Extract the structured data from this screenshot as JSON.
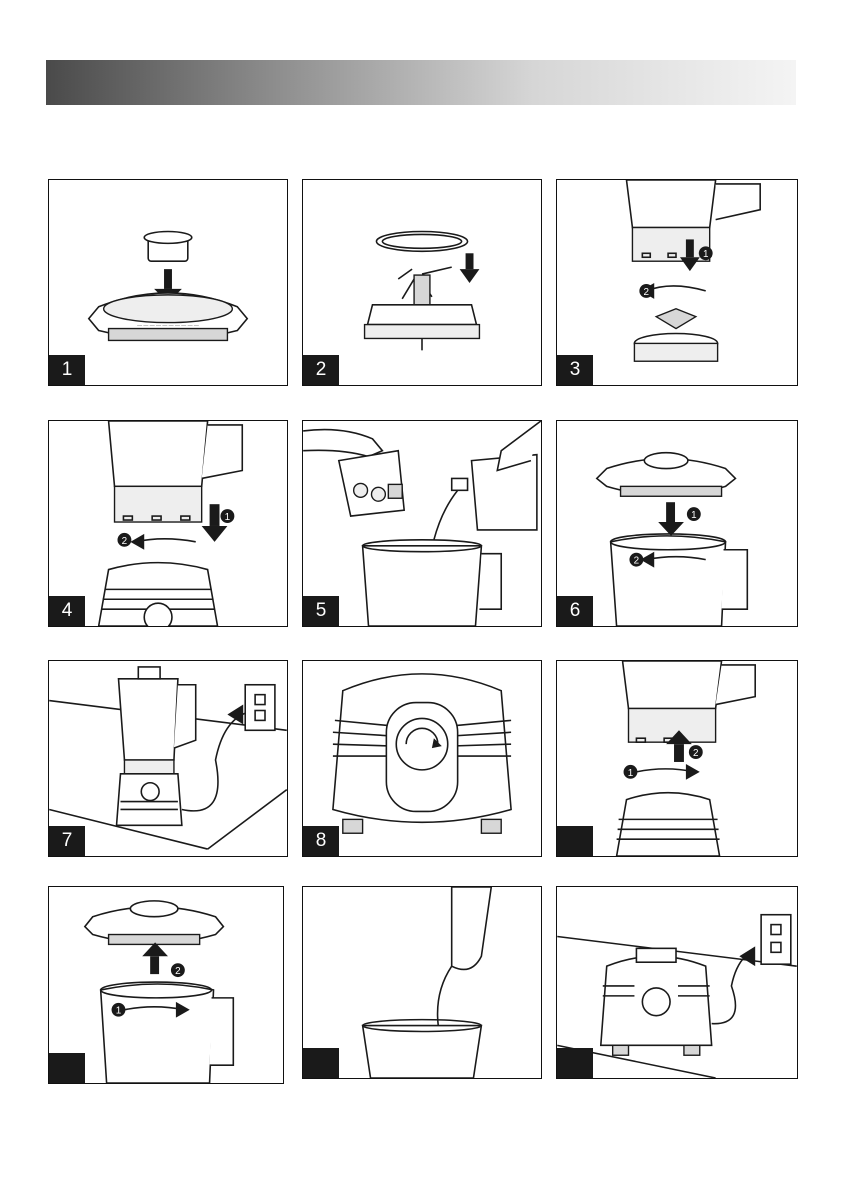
{
  "header": {
    "color_dark": "#4a4a4a",
    "color_light": "#f4f4f4"
  },
  "steps": [
    {
      "label": "1",
      "icon": "lid-and-cap-icon"
    },
    {
      "label": "2",
      "icon": "blade-and-seal-icon"
    },
    {
      "label": "3",
      "icon": "jar-onto-blade-icon"
    },
    {
      "label": "4",
      "icon": "jar-onto-base-icon"
    },
    {
      "label": "5",
      "icon": "pour-ingredients-icon"
    },
    {
      "label": "6",
      "icon": "lid-onto-jar-icon"
    },
    {
      "label": "7",
      "icon": "plug-in-icon"
    },
    {
      "label": "8",
      "icon": "speed-dial-icon"
    },
    {
      "label": "",
      "icon": "remove-jar-icon"
    },
    {
      "label": "",
      "icon": "remove-lid-icon"
    },
    {
      "label": "",
      "icon": "pour-drink-icon"
    },
    {
      "label": "",
      "icon": "unplug-icon"
    }
  ],
  "arrow_labels": {
    "first": "1",
    "second": "2"
  }
}
